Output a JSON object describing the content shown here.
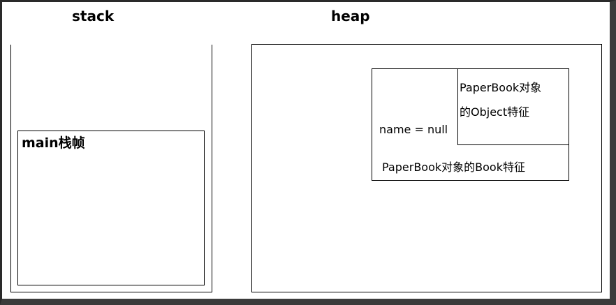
{
  "diagram": {
    "stack_title": "stack",
    "heap_title": "heap",
    "stack_frame_label": "main栈帧",
    "object_feature_lines": [
      "PaperBook对象",
      "的Object特征"
    ],
    "name_field": "name = null",
    "book_feature_label": "PaperBook对象的Book特征"
  }
}
